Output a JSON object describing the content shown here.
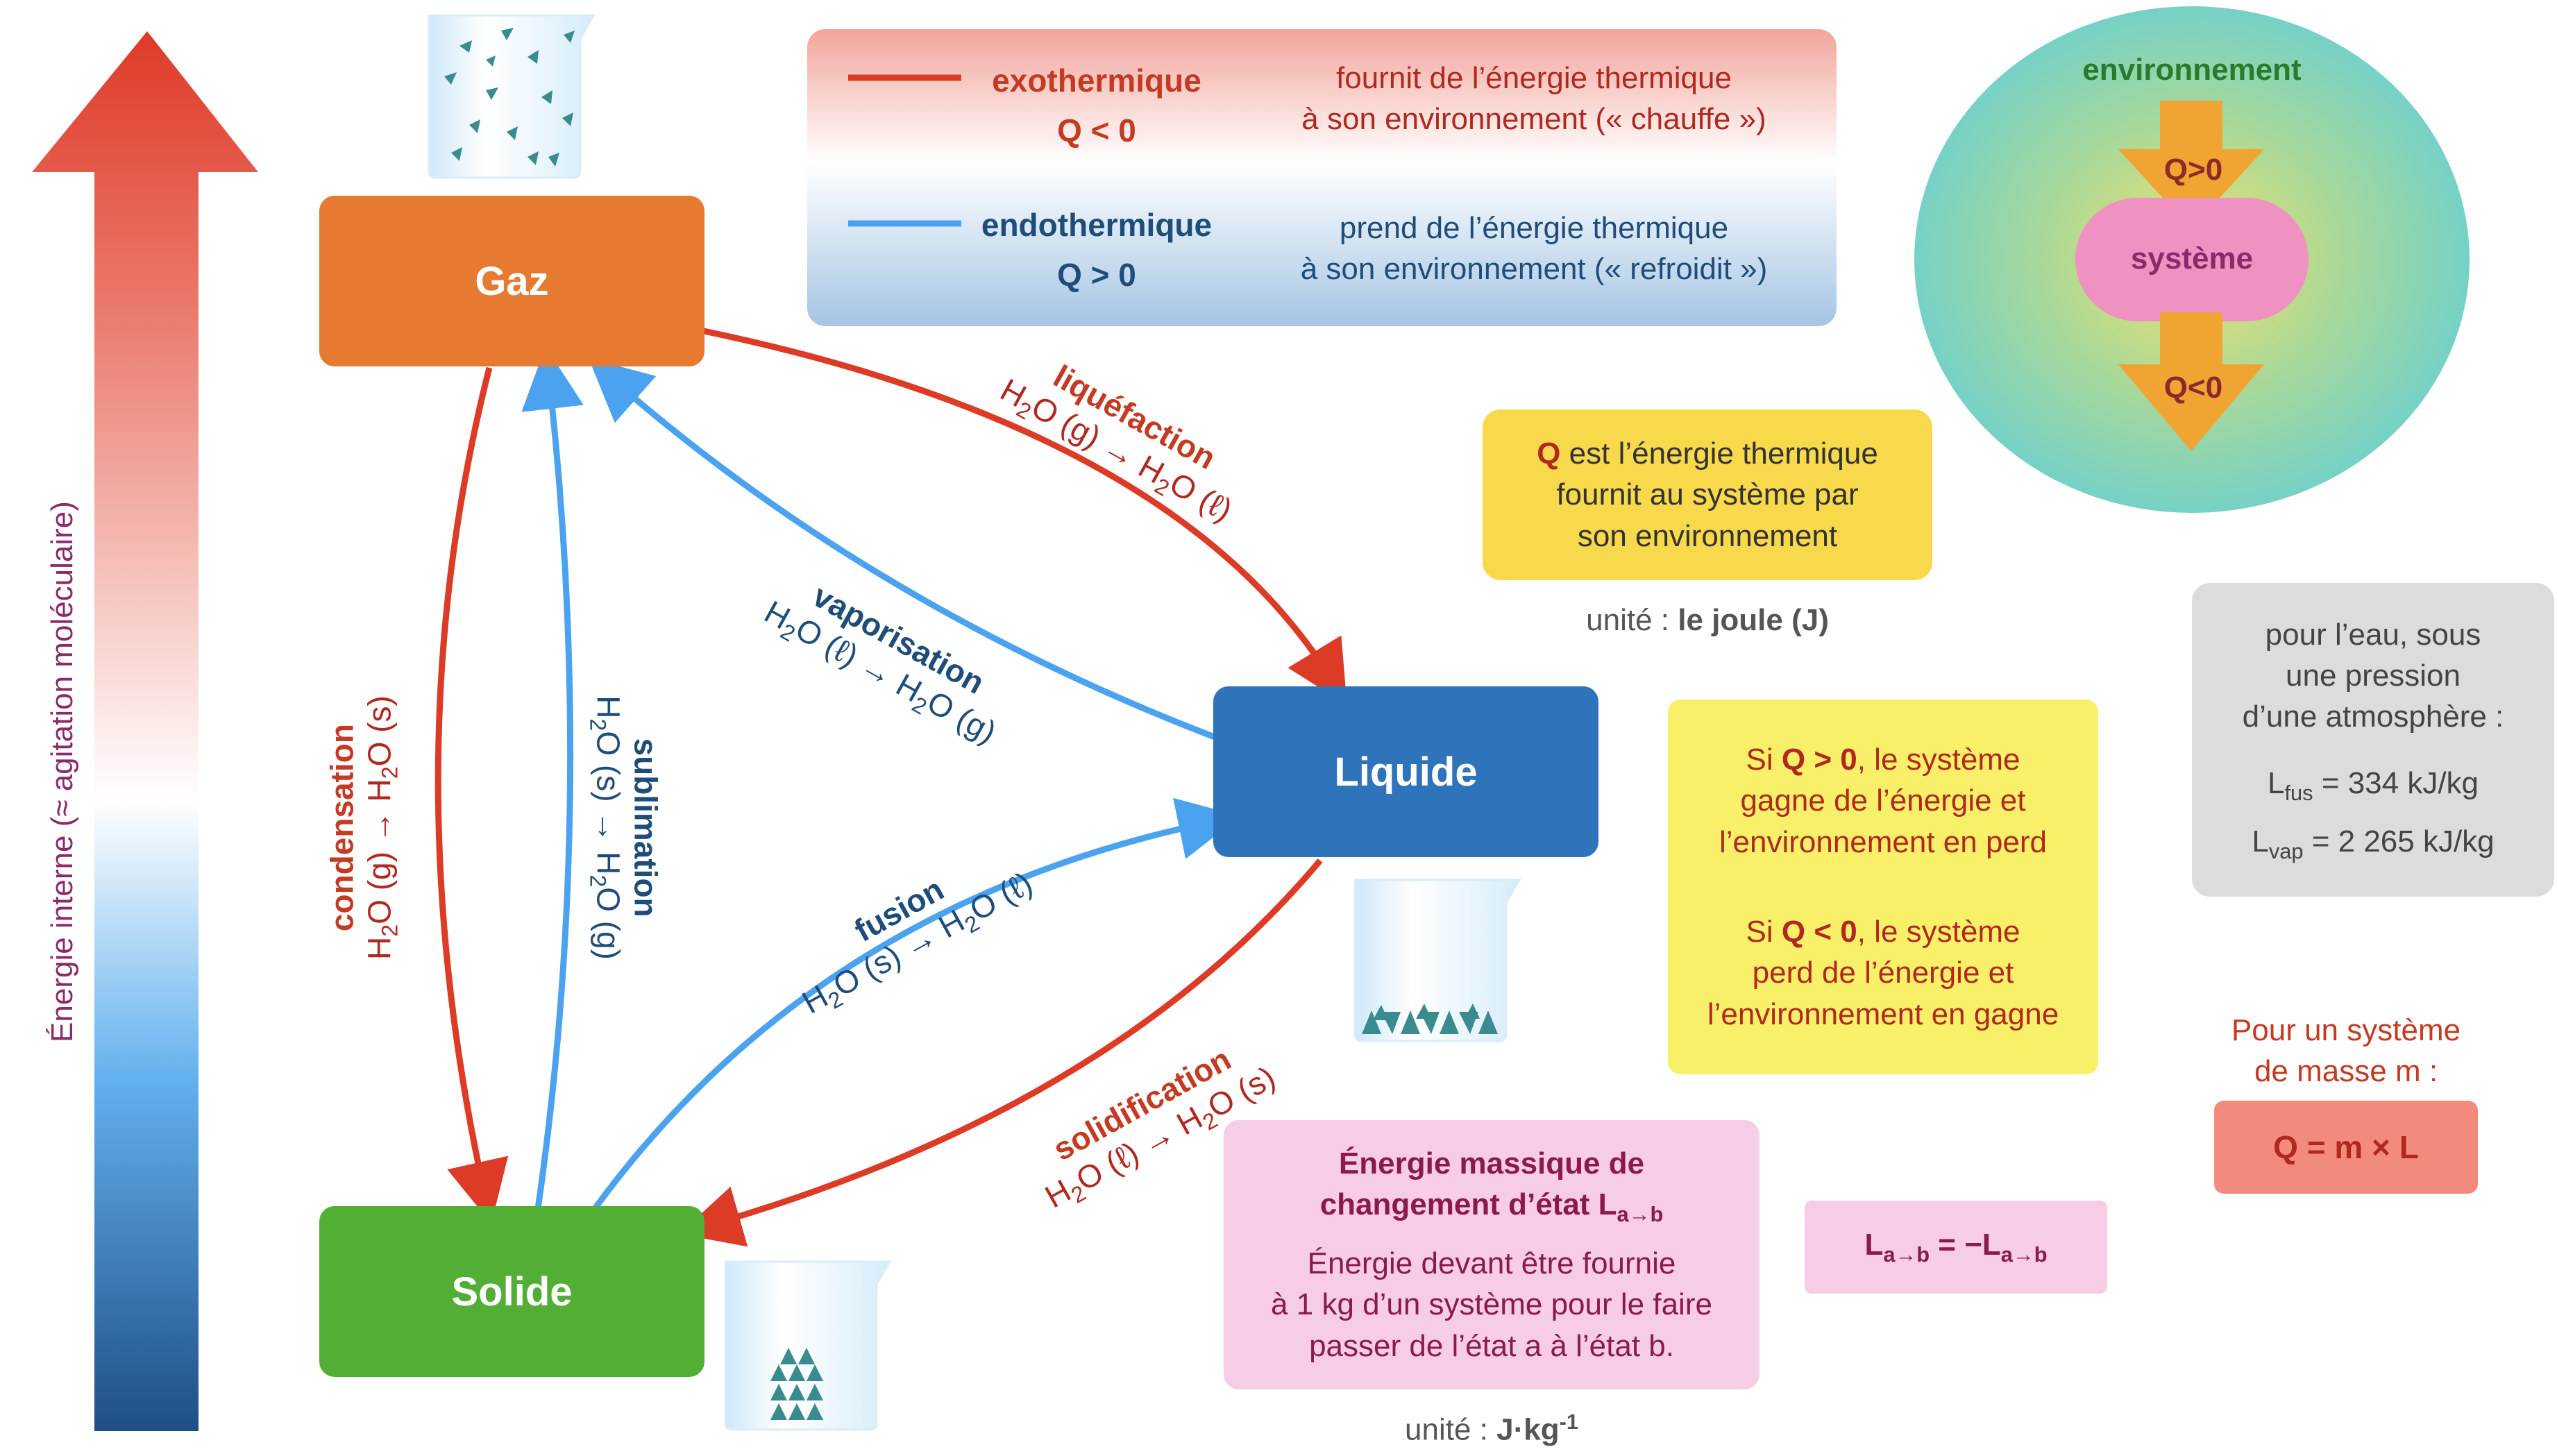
{
  "axis_label": "Énergie interne (≈ agitation moléculaire)",
  "states": {
    "gas": "Gaz",
    "liquid": "Liquide",
    "solid": "Solide"
  },
  "transitions": {
    "liquefaction": {
      "label": "liquéfaction",
      "eq_left": "H",
      "eq_mid": "O (g) → H",
      "eq_end": "O (ℓ)"
    },
    "vaporisation": {
      "label": "vaporisation",
      "eq_left": "H",
      "eq_mid": "O (ℓ) → H",
      "eq_end": "O (g)"
    },
    "fusion": {
      "label": "fusion",
      "eq_left": "H",
      "eq_mid": "O (s) → H",
      "eq_end": "O (ℓ)"
    },
    "solidification": {
      "label": "solidification",
      "eq_left": "H",
      "eq_mid": "O (ℓ) → H",
      "eq_end": "O (s)"
    },
    "condensation": {
      "label": "condensation",
      "eq_left": "H",
      "eq_mid": "O (g) → H",
      "eq_end": "O (s)"
    },
    "sublimation": {
      "label": "sublimation",
      "eq_left": "H",
      "eq_mid": "O (s) → H",
      "eq_end": "O (g)"
    }
  },
  "subscript_2": "2",
  "legend": {
    "exo_title": "exothermique",
    "exo_q": "Q < 0",
    "exo_desc1": "fournit de l’énergie thermique",
    "exo_desc2": "à son environnement (« chauffe »)",
    "endo_title": "endothermique",
    "endo_q": "Q > 0",
    "endo_desc1": "prend de l’énergie thermique",
    "endo_desc2": "à son environnement (« refroidit »)"
  },
  "environment": {
    "outer": "environnement",
    "q_in": "Q>0",
    "system": "système",
    "q_out": "Q<0"
  },
  "q_def": {
    "q": "Q",
    "line1": " est l’énergie thermique",
    "line2": "fournit au système par",
    "line3": "son environnement",
    "unit_prefix": "unité : ",
    "unit": "le joule (J)"
  },
  "sign_box": {
    "p1_a": "Si ",
    "p1_q": "Q > 0",
    "p1_b": ", le système",
    "p1_l2": "gagne de l’énergie et",
    "p1_l3": "l’environnement en perd",
    "p2_a": "Si ",
    "p2_q": "Q < 0",
    "p2_b": ", le système",
    "p2_l2": "perd de l’énergie et",
    "p2_l3": "l’environnement en gagne"
  },
  "water_box": {
    "l1": "pour l’eau, sous",
    "l2": "une pression",
    "l3": "d’une atmosphère :",
    "lfus_L": "L",
    "lfus_sub": "fus",
    "lfus_val": " = 334 kJ/kg",
    "lvap_L": "L",
    "lvap_sub": "vap",
    "lvap_val": " = 2 265 kJ/kg"
  },
  "mass_formula": {
    "l1": "Pour un système",
    "l2": "de masse m :",
    "formula": "Q = m × L"
  },
  "massic_box": {
    "title1": "Énergie massique de",
    "title2a": "changement d’état L",
    "title2_sub": "a→b",
    "d1": "Énergie devant être fournie",
    "d2": "à 1 kg d’un système pour le faire",
    "d3": "passer de l’état a à l’état b.",
    "unit_prefix": "unité : ",
    "unit": "J·kg",
    "unit_sup": "-1"
  },
  "symmetry": {
    "L1": "L",
    "s1": "a→b",
    "mid": " = −L",
    "s2": "a→b"
  },
  "colors": {
    "exo": "#dc3b26",
    "endo": "#4ba3ef",
    "gas": "#e57a30",
    "liquid": "#2f74bb",
    "solid": "#52ae34"
  }
}
